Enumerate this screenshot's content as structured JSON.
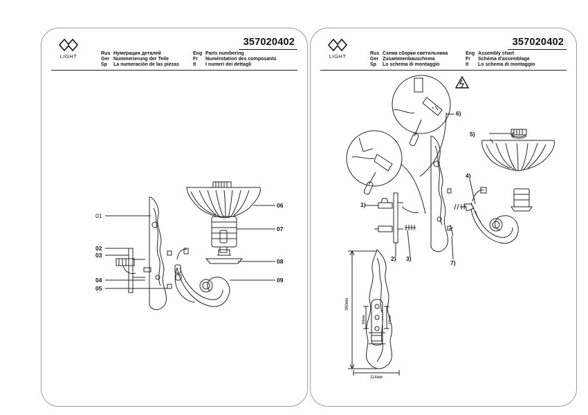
{
  "code": "357020402",
  "logo_text": "LIGHT",
  "left_panel": {
    "headers": [
      {
        "pre": "Rus",
        "text": "Нумерация деталей"
      },
      {
        "pre": "Ger",
        "text": "Nummerierung der Teile"
      },
      {
        "pre": "Sp",
        "text": "La numeración de las piezas"
      },
      {
        "pre": "Eng",
        "text": "Parts numbering"
      },
      {
        "pre": "Fr",
        "text": "Numérotation des composants"
      },
      {
        "pre": "It",
        "text": "I numeri dei dettagli"
      }
    ],
    "callouts": [
      "01",
      "02",
      "03",
      "04",
      "05",
      "06",
      "07",
      "08",
      "09"
    ]
  },
  "right_panel": {
    "headers": [
      {
        "pre": "Rus",
        "text": "Схема сборки светильника"
      },
      {
        "pre": "Ger",
        "text": "Zusammenbauschema"
      },
      {
        "pre": "Sp",
        "text": "Lo schema di montaggio"
      },
      {
        "pre": "Eng",
        "text": "Assembly chart"
      },
      {
        "pre": "Fr",
        "text": "Schéma d'assemblage"
      },
      {
        "pre": "It",
        "text": "Lo schema di montaggio"
      }
    ],
    "steps": [
      "1)",
      "2)",
      "3)",
      "4)",
      "5)",
      "6)",
      "7)"
    ],
    "dimensions": {
      "height": "360мм",
      "width": "114мм",
      "holes_spacing": "60мм",
      "bottom": "18мм"
    }
  }
}
